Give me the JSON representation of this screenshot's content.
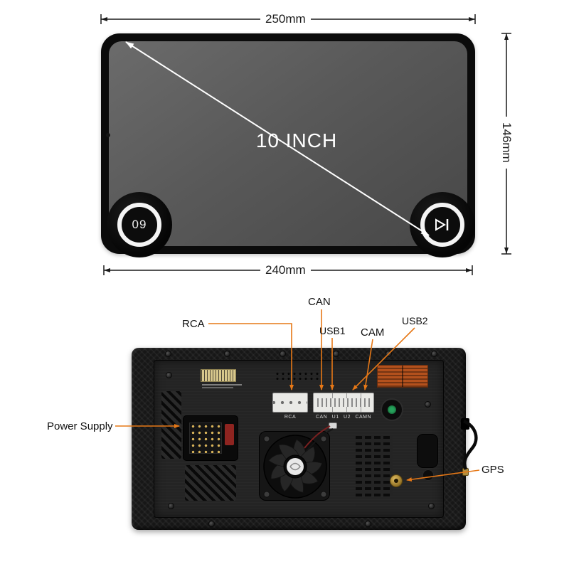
{
  "front": {
    "dim_top": "250mm",
    "dim_right": "146mm",
    "dim_bottom": "240mm",
    "screen_size": "10 INCH",
    "knob_left_text": "09"
  },
  "rear": {
    "label_rca": "RCA",
    "label_can": "CAN",
    "label_usb1": "USB1",
    "label_usb2": "USB2",
    "label_cam": "CAM",
    "label_power": "Power Supply",
    "label_gps": "GPS",
    "print_rca": "RCA",
    "print_ports": "CAN U1 U2 CAMN"
  },
  "icons": {
    "right_knob": "next-track-icon",
    "fan": "cooling-fan-icon",
    "green_connector": "antenna-socket",
    "gps_connector": "gps-socket"
  },
  "colors": {
    "leader_line": "#E67817",
    "dimension_line": "#1a1a1a",
    "diagonal_arrow": "#ffffff",
    "screen_gray": "#595959",
    "body_black": "#171717"
  }
}
